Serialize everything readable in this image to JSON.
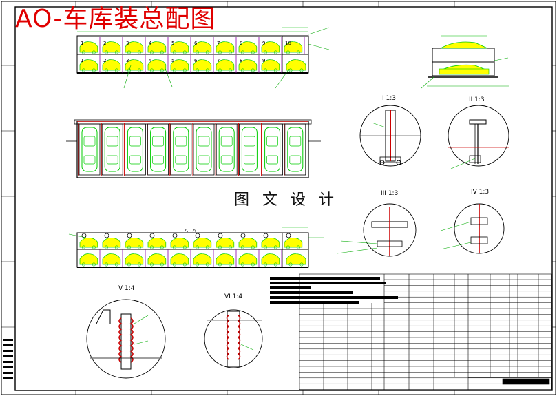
{
  "title": "AO-车库装总配图",
  "watermark": "图 文 设 计",
  "details": {
    "d1": "I  1:3",
    "d2": "II  1:3",
    "d3": "III 1:3",
    "d4": "IV  1:3",
    "d5": "V  1:4",
    "d6": "VI  1:4"
  },
  "top_slot_numbers": [
    "1",
    "2",
    "3",
    "4",
    "5",
    "6",
    "7",
    "8",
    "9",
    "10"
  ],
  "bottom_slot_numbers": [
    "1",
    "2",
    "3",
    "4",
    "5",
    "6",
    "7",
    "8",
    "9"
  ],
  "plan_slots": 10,
  "side_view_caption": "A—A",
  "colors": {
    "outline": "#000000",
    "car_fill": "#ffff00",
    "car_outline": "#00cc00",
    "leader": "#00aa00",
    "steel": "#cc0000",
    "divider": "#8800aa",
    "dimension": "#00bb00"
  }
}
